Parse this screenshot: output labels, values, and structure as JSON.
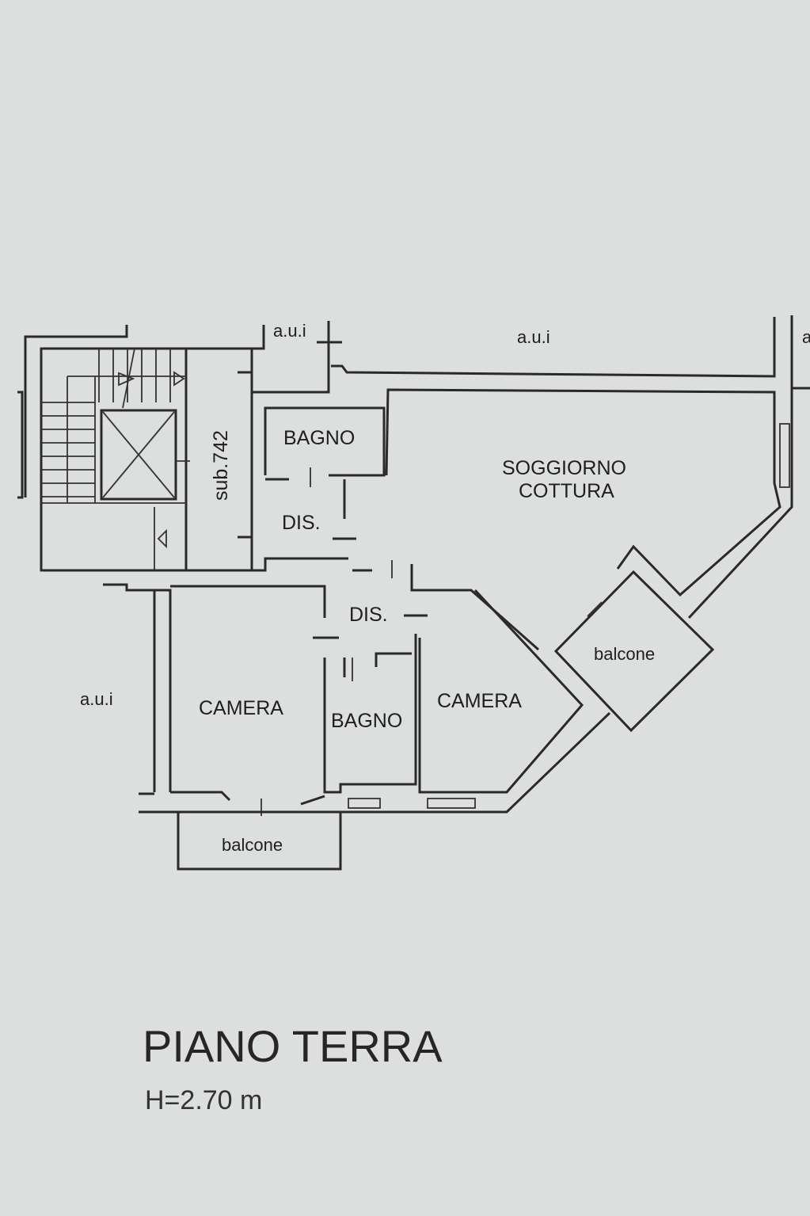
{
  "plan": {
    "title": "PIANO TERRA",
    "height": "H=2.70 m",
    "rooms": {
      "bagno_1": "BAGNO",
      "soggiorno_line1": "SOGGIORNO",
      "soggiorno_line2": "COTTURA",
      "dis_1": "DIS.",
      "dis_2": "DIS.",
      "camera_1": "CAMERA",
      "bagno_2": "BAGNO",
      "camera_2": "CAMERA",
      "balcone_right": "balcone",
      "balcone_bottom": "balcone"
    },
    "labels": {
      "aui_top_left": "a.u.i",
      "aui_top": "a.u.i",
      "aui_left": "a.u.i",
      "aui_right_edge": "a",
      "sub": "sub.742"
    }
  }
}
